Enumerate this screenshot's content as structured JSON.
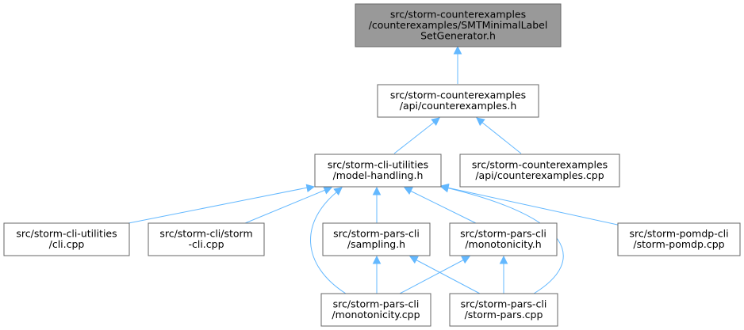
{
  "diagram": {
    "type": "include-dependency-graph",
    "edge_color": "#63b8ff",
    "root_fill": "#999999",
    "node_border": "#666666",
    "nodes": [
      {
        "id": "root",
        "lines": [
          "src/storm-counterexamples",
          "/counterexamples/SMTMinimalLabel",
          "SetGenerator.h"
        ],
        "highlighted": true
      },
      {
        "id": "api_h",
        "lines": [
          "src/storm-counterexamples",
          "/api/counterexamples.h"
        ]
      },
      {
        "id": "mh_h",
        "lines": [
          "src/storm-cli-utilities",
          "/model-handling.h"
        ]
      },
      {
        "id": "api_cpp",
        "lines": [
          "src/storm-counterexamples",
          "/api/counterexamples.cpp"
        ]
      },
      {
        "id": "cli_cpp",
        "lines": [
          "src/storm-cli-utilities",
          "/cli.cpp"
        ]
      },
      {
        "id": "storm_cli",
        "lines": [
          "src/storm-cli/storm",
          "-cli.cpp"
        ]
      },
      {
        "id": "sampling_h",
        "lines": [
          "src/storm-pars-cli",
          "/sampling.h"
        ]
      },
      {
        "id": "mono_h",
        "lines": [
          "src/storm-pars-cli",
          "/monotonicity.h"
        ]
      },
      {
        "id": "pomdp_cpp",
        "lines": [
          "src/storm-pomdp-cli",
          "/storm-pomdp.cpp"
        ]
      },
      {
        "id": "mono_cpp",
        "lines": [
          "src/storm-pars-cli",
          "/monotonicity.cpp"
        ]
      },
      {
        "id": "pars_cpp",
        "lines": [
          "src/storm-pars-cli",
          "/storm-pars.cpp"
        ]
      }
    ],
    "edges": [
      {
        "from": "api_h",
        "to": "root"
      },
      {
        "from": "mh_h",
        "to": "api_h"
      },
      {
        "from": "api_cpp",
        "to": "api_h"
      },
      {
        "from": "cli_cpp",
        "to": "mh_h"
      },
      {
        "from": "storm_cli",
        "to": "mh_h"
      },
      {
        "from": "sampling_h",
        "to": "mh_h"
      },
      {
        "from": "mono_h",
        "to": "mh_h"
      },
      {
        "from": "pomdp_cpp",
        "to": "mh_h"
      },
      {
        "from": "mono_cpp",
        "to": "mh_h"
      },
      {
        "from": "pars_cpp",
        "to": "mh_h"
      },
      {
        "from": "mono_cpp",
        "to": "sampling_h"
      },
      {
        "from": "pars_cpp",
        "to": "sampling_h"
      },
      {
        "from": "mono_cpp",
        "to": "mono_h"
      },
      {
        "from": "pars_cpp",
        "to": "mono_h"
      }
    ]
  }
}
